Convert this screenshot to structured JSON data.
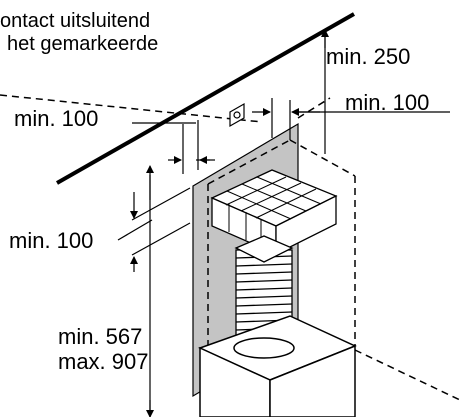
{
  "labels": {
    "top_note_line1": "ontact uitsluitend",
    "top_note_line2": "het gemarkeerde",
    "min_250": "min. 250",
    "min_100_right": "min. 100",
    "min_100_mid": "min. 100",
    "min_100_left": "min. 100",
    "min_567": "min. 567",
    "max_907": "max. 907"
  },
  "colors": {
    "line": "#000000",
    "marked_area": "#c4c4c4",
    "filter_fill": "#ffffff"
  }
}
